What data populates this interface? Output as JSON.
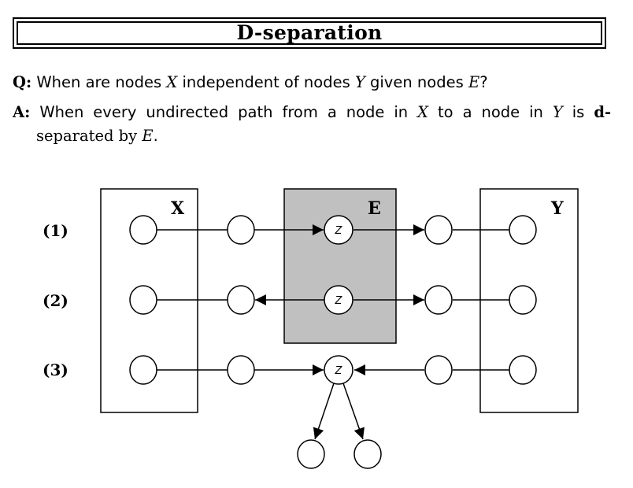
{
  "title": "D-separation",
  "question": {
    "label": "Q:",
    "t1": "When are nodes",
    "x": "X",
    "t2": "independent of nodes",
    "y": "Y",
    "t3": "given nodes",
    "e": "E",
    "t4": "?"
  },
  "answer": {
    "label": "A:",
    "t1": "When every undirected path from a node in",
    "x": "X",
    "t2": "to a node in",
    "y": "Y",
    "t3": "is",
    "d": "d-",
    "t4": "separated",
    "t5": "by",
    "e": "E",
    "t6": "."
  },
  "diagram": {
    "rows": [
      {
        "id": "row-1",
        "label": "(1)"
      },
      {
        "id": "row-2",
        "label": "(2)"
      },
      {
        "id": "row-3",
        "label": "(3)"
      }
    ],
    "sets": {
      "x": "X",
      "e": "E",
      "y": "Y"
    },
    "z_label": "Z",
    "colors": {
      "evidence_fill": "#c0c0c0",
      "stroke": "#000000",
      "node_fill": "#ffffff"
    }
  }
}
